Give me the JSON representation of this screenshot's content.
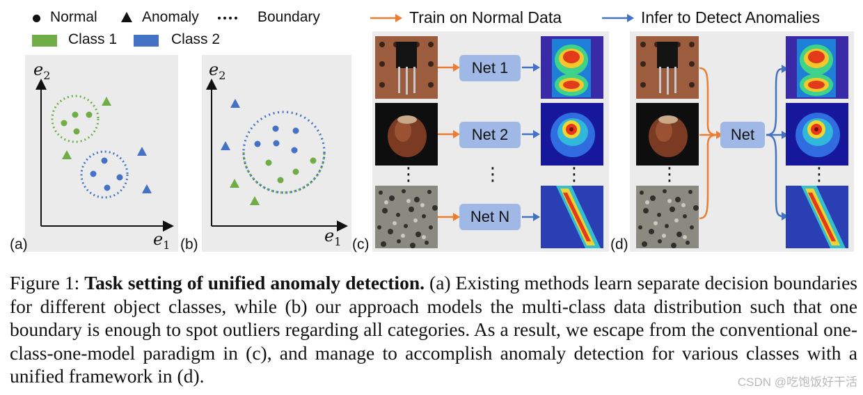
{
  "legend": {
    "normal": "Normal",
    "anomaly": "Anomaly",
    "boundary": "Boundary",
    "class1": "Class 1",
    "class2": "Class 2",
    "class1_color": "#71ad47",
    "class2_color": "#4472c4"
  },
  "panels": {
    "a": {
      "label": "(a)",
      "xaxis": "e",
      "xsub": "1",
      "yaxis": "e",
      "ysub": "2"
    },
    "b": {
      "label": "(b)",
      "xaxis": "e",
      "xsub": "1",
      "yaxis": "e",
      "ysub": "2"
    },
    "c": {
      "label": "(c)",
      "header": "Train on Normal Data",
      "nets": [
        "Net 1",
        "Net 2",
        "Net N"
      ],
      "dots": "⋮"
    },
    "d": {
      "label": "(d)",
      "header": "Infer to Detect Anomalies",
      "net": "Net",
      "dots": "⋮"
    }
  },
  "colors": {
    "train_arrow": "#ed7d31",
    "infer_arrow": "#4472c4",
    "net_box": "#9fb8e6"
  },
  "caption": {
    "prefix": "Figure 1:  ",
    "bold": "Task setting of unified anomaly detection.",
    "body": " (a) Existing methods learn separate decision boundaries for different object classes, while (b) our approach models the multi-class data distribution such that one boundary is enough to spot outliers regarding all categories. As a result, we escape from the conventional one-class-one-model paradigm in (c), and manage to accomplish anomaly detection for various classes with a unified framework in (d)."
  },
  "watermark": "CSDN @吃饱饭好干活"
}
